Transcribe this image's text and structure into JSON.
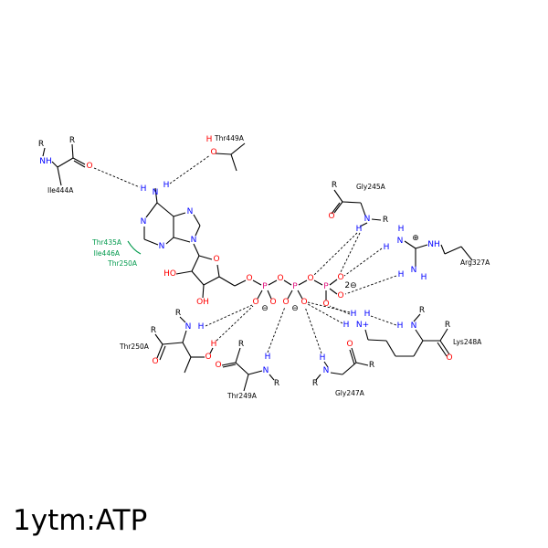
{
  "title": "1ytm:ATP",
  "atoms": {
    "O": "O",
    "N": "N",
    "H": "H",
    "P": "P",
    "R": "R",
    "NH": "NH",
    "HO": "HO",
    "OH": "OH",
    "Nplus": "N+",
    "minus": "⊖",
    "plus": "⊕",
    "two_minus": "2⊖"
  },
  "residues": {
    "ile444": "Ile444A",
    "thr449": "Thr449A",
    "gly245": "Gly245A",
    "arg327": "Arg327A",
    "lys248": "Lys248A",
    "gly247": "Gly247A",
    "thr249": "Thr249A",
    "thr250": "Thr250A"
  },
  "hydrophobic": [
    "Thr435A",
    "Ile446A",
    "Thr250A"
  ],
  "colors": {
    "oxygen": "#ff0000",
    "nitrogen": "#0000ff",
    "phosphorus": "#e0107a",
    "hydrophobic": "#00994c"
  }
}
